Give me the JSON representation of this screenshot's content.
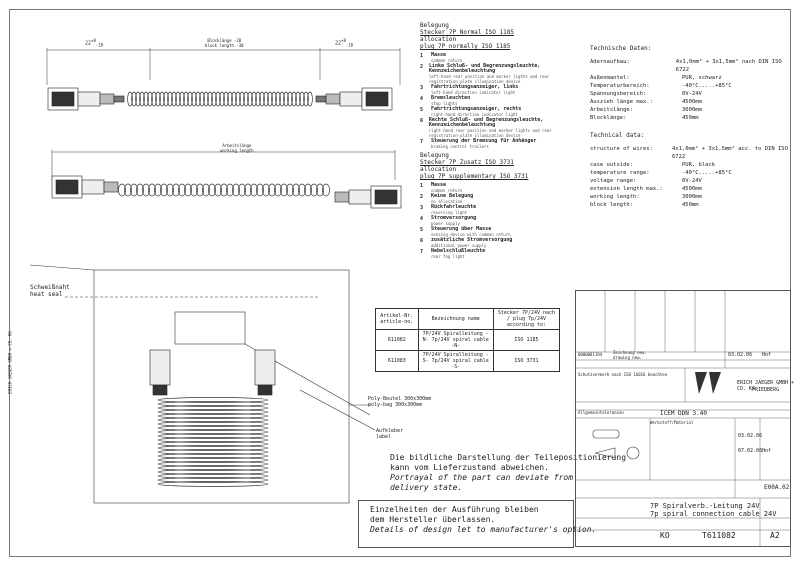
{
  "dims_top": {
    "left": "22",
    "left_sup": "+8",
    "left_sub": "-10",
    "mid_de": "Blocklänge",
    "mid_en": "block length",
    "mid_tol": "-20",
    "mid_tol2": "-30",
    "right": "22",
    "right_sup": "+8",
    "right_sub": "-10"
  },
  "dims_mid": {
    "de": "Arbeitslänge",
    "en": "working length"
  },
  "legend": {
    "group1_title_de": "Belegung",
    "group1_std_de": "Stecker 7P Normal ISO 1185",
    "group1_title_en": "allocation",
    "group1_std_en": "plug 7P normally ISO 1185",
    "items1": [
      {
        "num": "1",
        "de": "Masse",
        "en": "common return"
      },
      {
        "num": "2",
        "de": "Linke Schluß- und Begrenzungsleuchte, Kennzeichenbeleuchtung",
        "en": "left-hand rear position and marker lights and rear registration-plate illumination device"
      },
      {
        "num": "3",
        "de": "Fahrtrichtungsanzeiger, links",
        "en": "left-hand direction indicator light"
      },
      {
        "num": "4",
        "de": "Bremsleuchten",
        "en": "stop lights"
      },
      {
        "num": "5",
        "de": "Fahrtrichtungsanzeiger, rechts",
        "en": "right-hand direction indicator light"
      },
      {
        "num": "6",
        "de": "Rechte Schluß- und Begrenzungsleuchte, Kennzeichenbeleuchtung",
        "en": "right-hand rear position and marker lights and rear registration-plate illumination device"
      },
      {
        "num": "7",
        "de": "Steuerung der Bremsung für Anhänger",
        "en": "braking control trailers"
      }
    ],
    "group2_title_de": "Belegung",
    "group2_std_de": "Stecker 7P Zusatz ISO 3731",
    "group2_title_en": "allocation",
    "group2_std_en": "plug 7P supplementary ISO 3731",
    "items2": [
      {
        "num": "1",
        "de": "Masse",
        "en": "common return"
      },
      {
        "num": "2",
        "de": "Keine Belegung",
        "en": "no allocation"
      },
      {
        "num": "3",
        "de": "Rückfahrleuchte",
        "en": "reversing light"
      },
      {
        "num": "4",
        "de": "Stromversorgung",
        "en": "power supply"
      },
      {
        "num": "5",
        "de": "Steuerung über Masse",
        "en": "sensing device with common return"
      },
      {
        "num": "6",
        "de": "zusätzliche Stromversorgung",
        "en": "additional power supply"
      },
      {
        "num": "7",
        "de": "Nebelschlußleuchte",
        "en": "rear fog light"
      }
    ]
  },
  "tech_de": {
    "title": "Technische Daten:",
    "rows": [
      {
        "k": "Adernaufbau:",
        "v": "4x1,0mm² + 3x1,5mm² nach DIN ISO 6722"
      },
      {
        "k": "Außenmantel:",
        "v": "PUR, schwarz"
      },
      {
        "k": "Temperaturbereich:",
        "v": "-40°C.....+85°C"
      },
      {
        "k": "Spannungsbereich:",
        "v": "0V-24V"
      },
      {
        "k": "Auszieh länge max.:",
        "v": "4500mm"
      },
      {
        "k": "Arbeitslänge:",
        "v": "3000mm"
      },
      {
        "k": "Blocklänge:",
        "v": "450mm"
      }
    ]
  },
  "tech_en": {
    "title": "Technical data:",
    "rows": [
      {
        "k": "structure of wires:",
        "v": "4x1,0mm² + 3x1,5mm² acc. to DIN ISO 6722"
      },
      {
        "k": "case outside:",
        "v": "PUR, black"
      },
      {
        "k": "temperature range:",
        "v": "-40°C.....+85°C"
      },
      {
        "k": "voltage range:",
        "v": "0V-24V"
      },
      {
        "k": "extension length max.:",
        "v": "4500mm"
      },
      {
        "k": "working length:",
        "v": "3000mm"
      },
      {
        "k": "block length:",
        "v": "450mm"
      }
    ]
  },
  "seal_label": {
    "de": "Schweißnaht",
    "en": "heat seal"
  },
  "bag_label": {
    "de": "Poly-Beutel 300x300mm",
    "en": "poly-bag 300x300mm"
  },
  "sticker_label": {
    "de": "Aufkleber",
    "en": "label"
  },
  "article_table": {
    "headers": [
      "Artikel-Nr. article-no.",
      "Bezeichnung name",
      "Stecker 7P/24V nach / plug 7p/24V according to:"
    ],
    "rows": [
      [
        "611082",
        "7P/24V Spiralleitung -N- 7p/24V spiral cable -N-",
        "ISO 1185"
      ],
      [
        "611083",
        "7P/24V Spiralleitung -S- 7p/24V spiral cable -S-",
        "ISO 3731"
      ]
    ]
  },
  "note_position": {
    "de1": "Die bildliche Darstellung der Teilepositionierung",
    "de2": "kann vom Lieferzustand abweichen.",
    "en1": "Portrayal of the part can deviate from",
    "en2": "delivery state."
  },
  "note_design": {
    "de1": "Einzelheiten der Ausführung bleiben",
    "de2": "dem Hersteller überlassen.",
    "en1": "Details of design let to manufacturer's option."
  },
  "side_text": "ERICH JAEGER GMBH + CO. KG",
  "title_block": {
    "change_no": "0000001194",
    "change_de": "Zeichnung neu.",
    "change_en": "drawing new.",
    "date1": "03.02.06",
    "name1": "Hof",
    "company": "ERICH JAEGER GMBH + CO. KG",
    "city": "FRIEDBERG",
    "scale_label": "ICEM DDN 3.40",
    "date2": "03.02.06",
    "date3": "07.02.06",
    "reviewer": "Hof",
    "format": "E00A.02",
    "title_de": "7P Spiralverb.-Leitung 24V",
    "title_en": "7p spiral connection cable 24V",
    "project": "KO",
    "drawing_no": "T611082",
    "sheet": "A2",
    "protection_de": "Schutzvermerk nach ISO 16016 beachten",
    "surface_de": "Allgemeintoleranzen",
    "material_de": "Werkstoff/Material"
  }
}
